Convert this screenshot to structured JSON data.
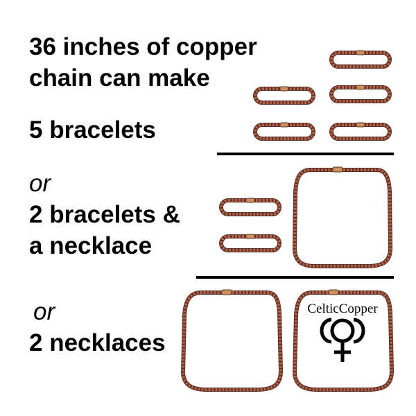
{
  "headline": {
    "line1": "36 inches of copper",
    "line2": "chain can make"
  },
  "option_1": "5 bracelets",
  "or_1": "or",
  "option_2": {
    "line1": "2 bracelets &",
    "line2": "a necklace"
  },
  "or_2": "or",
  "option_3": "2 necklaces",
  "logo": {
    "text": "CelticCopper"
  },
  "colors": {
    "chain": "#b0634a",
    "chain_shadow": "#5e2f22",
    "clasp": "#c9905e",
    "divider": "#000000",
    "background": "#ffffff"
  }
}
